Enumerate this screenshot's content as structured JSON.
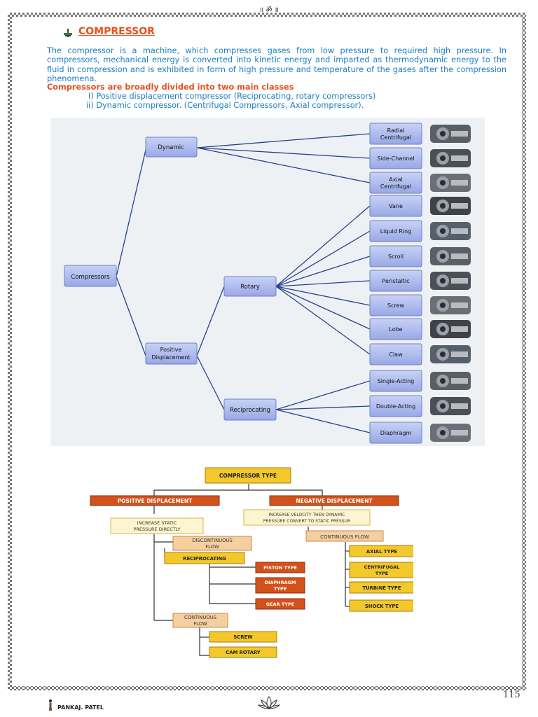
{
  "header": {
    "om": "॥ ॐ ॥"
  },
  "section": {
    "title": "COMPRESSOR",
    "intro": "The compressor is a machine, which compresses gases from low pressure to required high pressure. In compressors, mechanical energy is converted into kinetic energy and imparted as thermodynamic energy to the fluid in compression and is exhibited in form of high pressure and temperature of the gases after the compression phenomena.",
    "classes_heading": "Compressors are broadly divided into two main classes",
    "classes": [
      "I) Positive displacement compressor (Reciprocating, rotary compressors)",
      "ii) Dynamic compressor. (Centrifugal Compressors, Axial compressor)."
    ]
  },
  "diagram1": {
    "root": "Compressors",
    "dynamic": "Dynamic",
    "positive_l1": "Positive",
    "positive_l2": "Displacement",
    "rotary": "Rotary",
    "reciprocating": "Reciprocating",
    "dynamic_leaves": [
      [
        "Radial",
        "Centrifugal"
      ],
      [
        "Side-Channel"
      ],
      [
        "Axial",
        "Centrifugal"
      ]
    ],
    "rotary_leaves": [
      "Vane",
      "Liquid Ring",
      "Scroll",
      "Peristaltic",
      "Screw",
      "Lobe",
      "Claw"
    ],
    "recip_leaves": [
      "Single-Acting",
      "Double-Acting",
      "Diaphragm"
    ]
  },
  "diagram2": {
    "root": "COMPRESSOR TYPE",
    "positive": "POSITIVE DISPLACEMENT",
    "negative": "NEGATIVE DISPLACEMENT",
    "increase_static": [
      "INCREASE STATIC",
      "PRESSURE DIRECTLY"
    ],
    "increase_velocity": [
      "INCREASE VELOCITY THEN DYNAMIC",
      "PRESSURE CONVERT TO STATIC PRESSUR"
    ],
    "discontinuous": [
      "DISCONTINUOUS",
      "FLOW"
    ],
    "reciprocating": "RECIPROCATING",
    "piston": "PISTON TYPE",
    "diaphragm": [
      "DIAPHRAGM",
      "TYPE"
    ],
    "gear": "GEAR TYPE",
    "continuous_left": [
      "CONTINUOUS",
      "FLOW"
    ],
    "screw": "SCREW",
    "cam": "CAM ROTARY",
    "continuous_right": "CONTINUOUS FLOW",
    "axial": "AXIAL TYPE",
    "centrifugal": [
      "CENTRIFUGAL",
      "TYPE"
    ],
    "turbine": "TURBINE TYPE",
    "shock": "SHOCK TYPE"
  },
  "footer": {
    "author": "PANKAJ. PATEL",
    "page_number": "115"
  },
  "colors": {
    "accent_orange": "#e8501e",
    "text_blue": "#1a7ec4",
    "node_fill": "#aab8ee",
    "edge": "#2a3f8f",
    "dark_orange_box": "#d3521b",
    "yellow_box": "#f2c82b",
    "light_orange_box": "#f6cfa0",
    "cream_box": "#fdf5cf"
  }
}
